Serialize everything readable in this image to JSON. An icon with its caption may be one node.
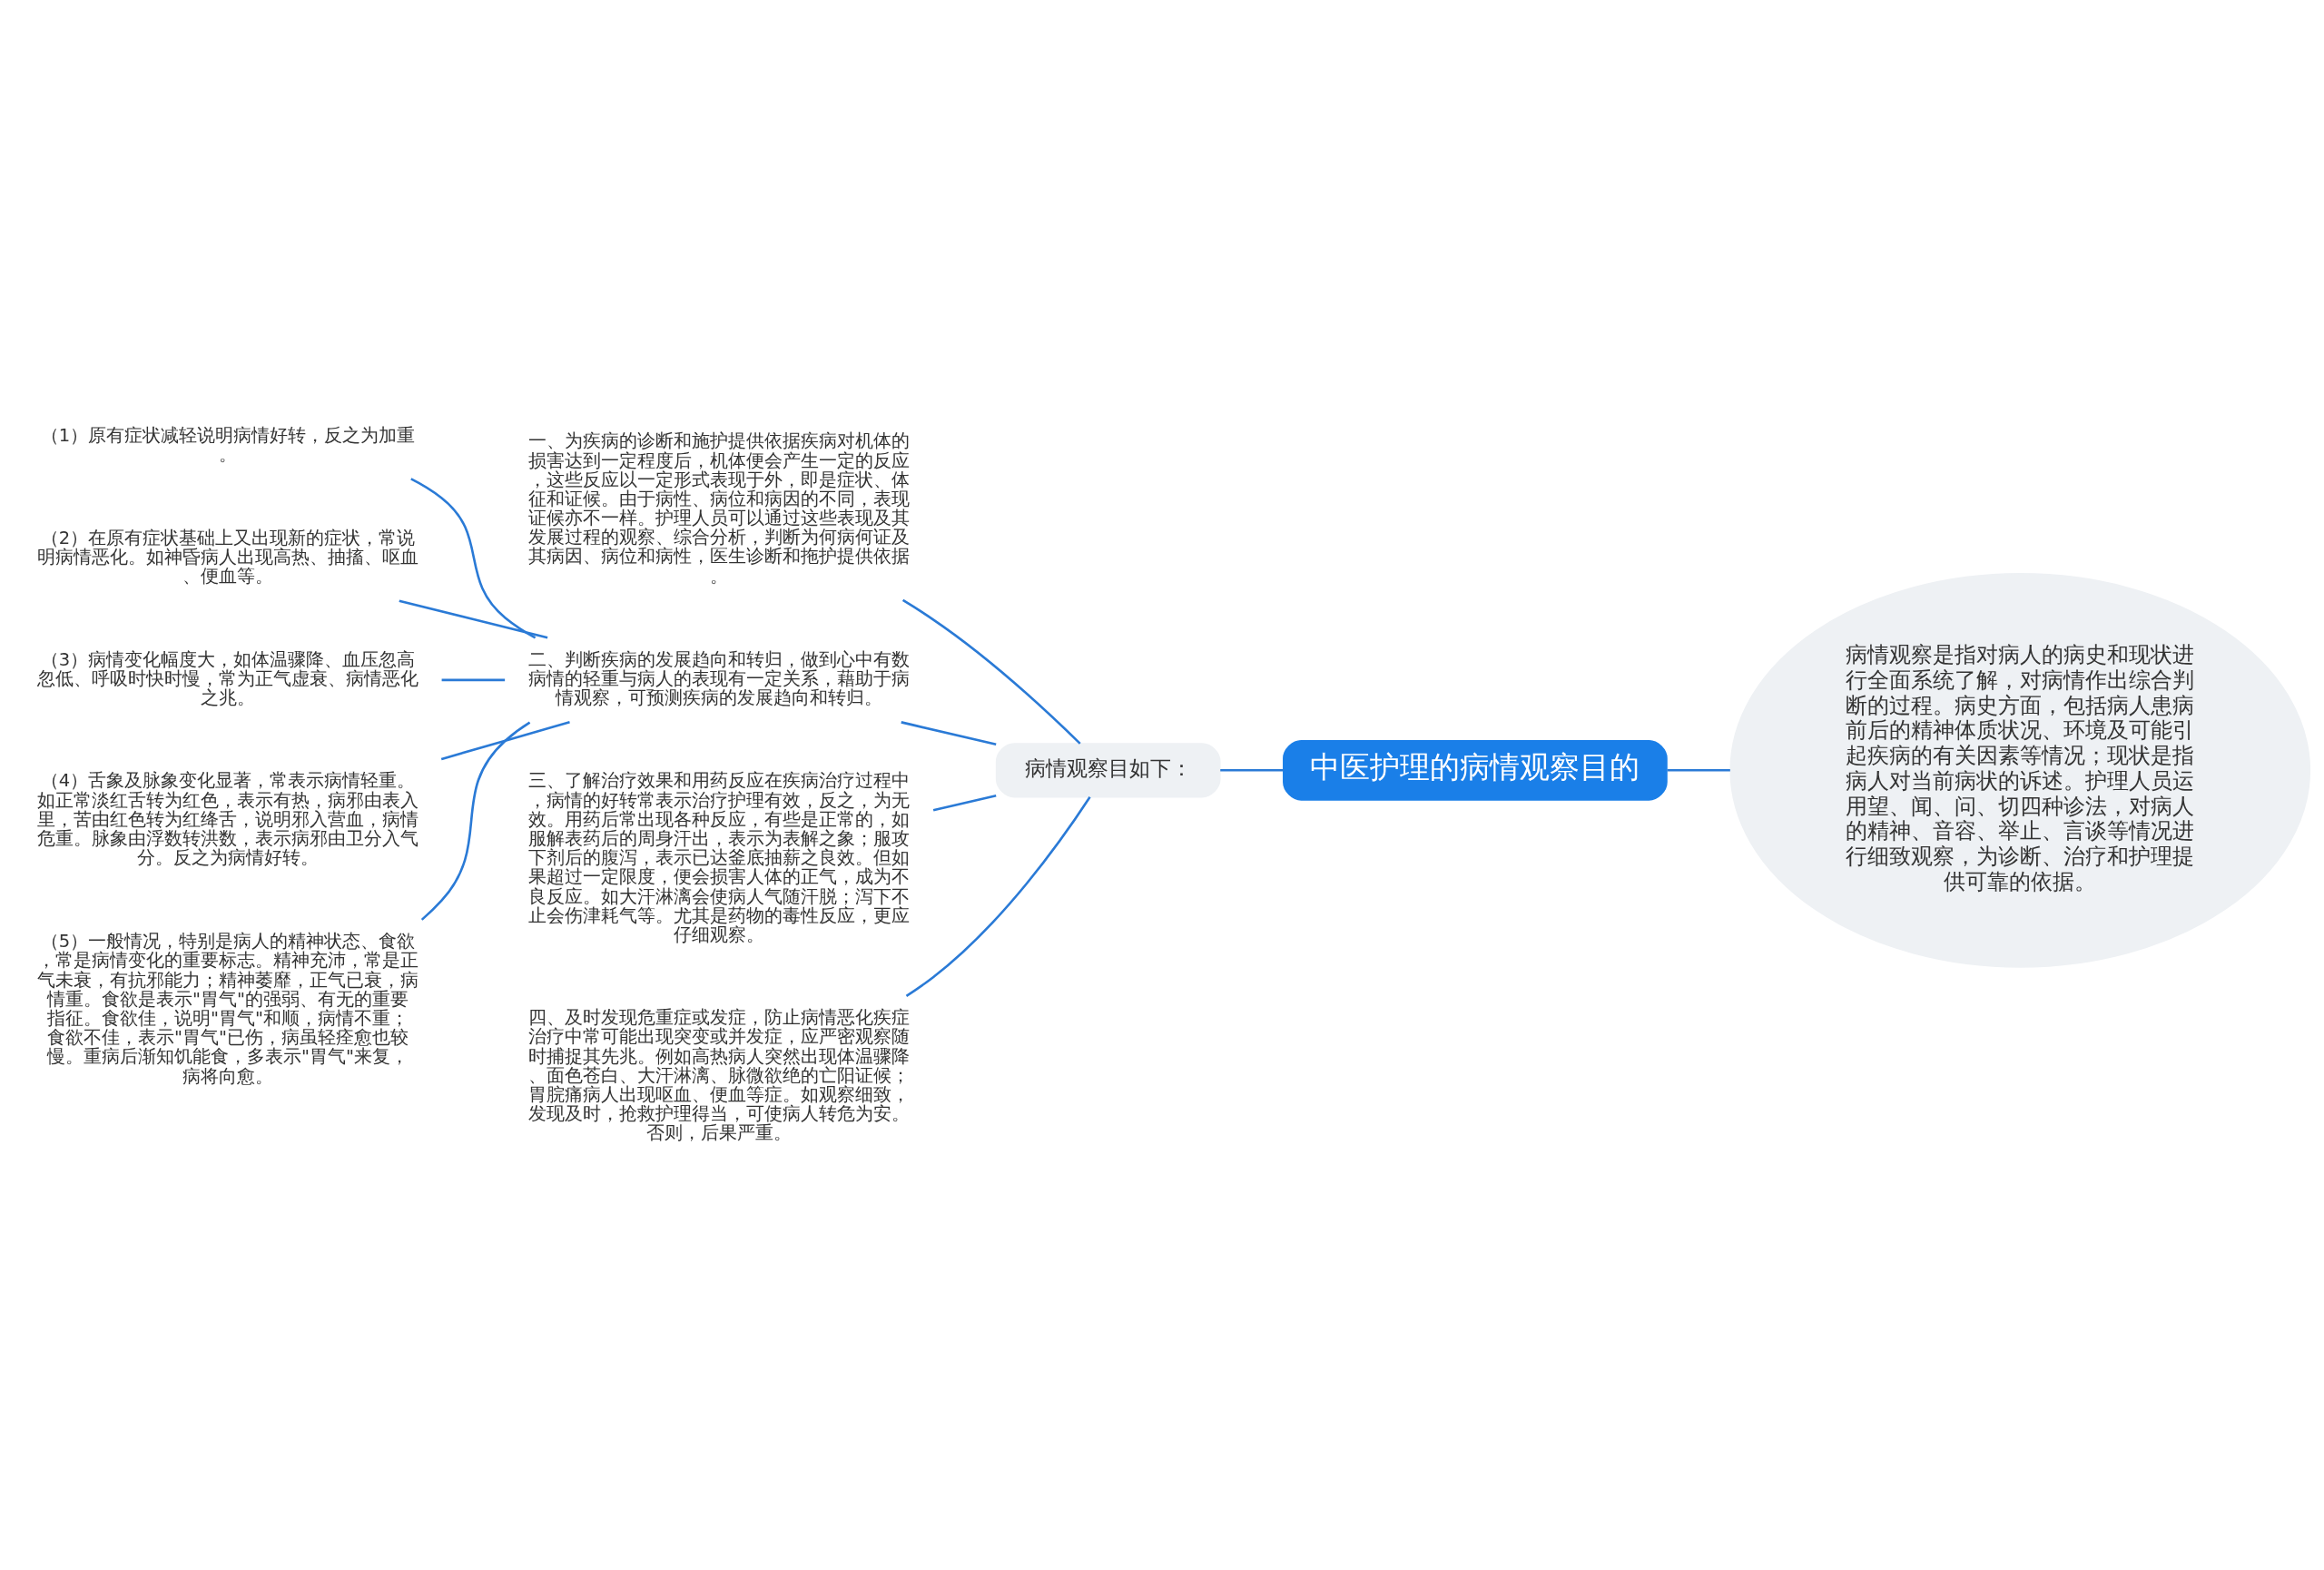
{
  "diagram": {
    "nodes": [
      {
        "text": [
          "中医护理的病情观察目的"
        ]
      },
      {
        "text": [
          "病情观察是指对病人的病史和现状进行全面系统了解，对病情作出综合判断的过程。病史方面，包括病人患病前后的精神体质状况、环境及可能引起疾病的有关因素等情况；现状是指病人对当前病状的诉述。护理人员运用望、闻、问、切四种诊法，对病人的精神、音容、举止、言谈等情况进行细致观察，为诊断、治疗和护理提供可靠的依据。"
        ]
      },
      {
        "text": [
          "病情观察目如下："
        ]
      },
      {
        "text": [
          "一、为疾病的诊断和施护提供依据疾病对机体的损害达到一定程度后，机体便会产生一定的反应，这些反应以一定形式表现于外，即是症状、体征和证候。由于病性、病位和病因的不同，表现证候亦不一样。护理人员可以通过这些表现及其发展过程的观察、综合分析，判断为何病何证及其病因、病位和病性，医生诊断和拖护提供依据。"
        ]
      },
      {
        "text": [
          "二、判断疾病的发展趋向和转归，做到心中有数病情的轻重与病人的表现有一定关系，藉助于病情观察，可预测疾病的发展趋向和转归。"
        ]
      },
      {
        "text": [
          "（1）原有症状减轻说明病情好转，反之为加重。"
        ]
      },
      {
        "text": [
          "（2）在原有症状基础上又出现新的症状，常说明病情恶化。如神昏病人出现高热、抽搐、呕血、便血等。"
        ]
      },
      {
        "text": [
          "（3）病情变化幅度大，如体温骤降、血压忽高忽低、呼吸时快时慢，常为正气虚衰、病情恶化之兆。"
        ]
      },
      {
        "text": [
          "（4）舌象及脉象变化显著，常表示病情轻重。如正常淡红舌转为红色，表示有热，病邪由表入里，苦由红色转为红绛舌，说明邪入营血，病情危重。脉象由浮数转洪数，表示病邪由卫分入气分。反之为病情好转。"
        ]
      },
      {
        "text": [
          "（5）一般情况，特别是病人的精神状态、食欲，常是病情变化的重要标志。精神充沛，常是正气未衰，有抗邪能力；精神萎靡，正气已衰，病情重。食欲是表示\"胃气\"的强弱、有无的重要指征。食欲佳，说明\"胃气\"和顺，病情不重；食欲不佳，表示\"胃气\"已伤，病虽轻痊愈也较慢。重病后渐知饥能食，多表示\"胃气\"来复，病将向愈。"
        ]
      },
      {
        "text": [
          "三、了解治疗效果和用药反应在疾病治疗过程中，病情的好转常表示治疗护理有效，反之，为无效。用药后常出现各种反应，有些是正常的，如服解表药后的周身汗出，表示为表解之象；服攻下剂后的腹泻，表示已达釜底抽薪之良效。但如果超过一定限度，便会损害人体的正气，成为不良反应。如大汗淋漓会使病人气随汗脱；泻下不止会伤津耗气等。尤其是药物的毒性反应，更应仔细观察。"
        ]
      },
      {
        "text": [
          "四、及时发现危重症或发症，防止病情恶化疾症治疗中常可能出现突变或并发症，应严密观察随时捕捉其先兆。例如高热病人突然出现体温骤降、面色苍白、大汗淋漓、脉微欲绝的亡阳证候；胃脘痛病人出现呕血、便血等症。如观察细致，发现及时，抢救护理得当，可使病人转危为安。否则，后果严重。"
        ]
      }
    ],
    "edges": [
      {
        "from": 1,
        "to": 0,
        "arrow": "none"
      },
      {
        "from": 0,
        "to": 2,
        "arrow": "none"
      },
      {
        "from": 2,
        "to": 3,
        "arrow": "none"
      },
      {
        "from": 2,
        "to": 4,
        "arrow": "none"
      },
      {
        "from": 4,
        "to": 5,
        "arrow": "none"
      },
      {
        "from": 4,
        "to": 6,
        "arrow": "none"
      },
      {
        "from": 4,
        "to": 7,
        "arrow": "none"
      },
      {
        "from": 4,
        "to": 8,
        "arrow": "none"
      },
      {
        "from": 4,
        "to": 9,
        "arrow": "none"
      },
      {
        "from": 2,
        "to": 10,
        "arrow": "none"
      },
      {
        "from": 2,
        "to": 11,
        "arrow": "none"
      }
    ]
  }
}
